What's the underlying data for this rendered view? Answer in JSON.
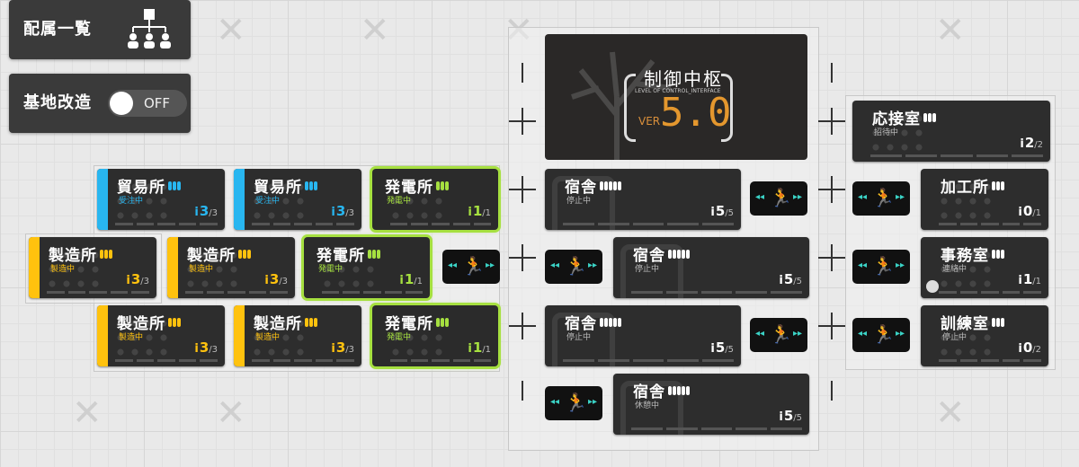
{
  "header": {
    "assign_label": "配属一覧",
    "rebuild_label": "基地改造",
    "rebuild_toggle": "OFF"
  },
  "control": {
    "title": "制御中枢",
    "subtitle": "LEVEL OF CONTROL_INTERFACE",
    "ver_label": "VER",
    "level": "5.0"
  },
  "rooms": [
    {
      "id": "trade1",
      "name": "貿易所",
      "status": "受注中",
      "cur": "3",
      "max": "/3",
      "pips": 3,
      "color": "#28b6f0"
    },
    {
      "id": "trade2",
      "name": "貿易所",
      "status": "受注中",
      "cur": "3",
      "max": "/3",
      "pips": 3,
      "color": "#28b6f0"
    },
    {
      "id": "power1",
      "name": "発電所",
      "status": "発電中",
      "cur": "1",
      "max": "/1",
      "pips": 3,
      "color": "#a6e040"
    },
    {
      "id": "factory1",
      "name": "製造所",
      "status": "製造中",
      "cur": "3",
      "max": "/3",
      "pips": 3,
      "color": "#ffc20e"
    },
    {
      "id": "factory2",
      "name": "製造所",
      "status": "製造中",
      "cur": "3",
      "max": "/3",
      "pips": 3,
      "color": "#ffc20e"
    },
    {
      "id": "power2",
      "name": "発電所",
      "status": "発電中",
      "cur": "1",
      "max": "/1",
      "pips": 3,
      "color": "#a6e040"
    },
    {
      "id": "factory3",
      "name": "製造所",
      "status": "製造中",
      "cur": "3",
      "max": "/3",
      "pips": 3,
      "color": "#ffc20e"
    },
    {
      "id": "factory4",
      "name": "製造所",
      "status": "製造中",
      "cur": "3",
      "max": "/3",
      "pips": 3,
      "color": "#ffc20e"
    },
    {
      "id": "power3",
      "name": "発電所",
      "status": "発電中",
      "cur": "1",
      "max": "/1",
      "pips": 3,
      "color": "#a6e040"
    },
    {
      "id": "dorm1",
      "name": "宿舎",
      "status": "停止中",
      "cur": "5",
      "max": "/5",
      "pips": 5,
      "color": "#ffffff"
    },
    {
      "id": "dorm2",
      "name": "宿舎",
      "status": "停止中",
      "cur": "5",
      "max": "/5",
      "pips": 5,
      "color": "#ffffff"
    },
    {
      "id": "dorm3",
      "name": "宿舎",
      "status": "停止中",
      "cur": "5",
      "max": "/5",
      "pips": 5,
      "color": "#ffffff"
    },
    {
      "id": "dorm4",
      "name": "宿舎",
      "status": "休憩中",
      "cur": "5",
      "max": "/5",
      "pips": 5,
      "color": "#ffffff"
    },
    {
      "id": "reception",
      "name": "応接室",
      "status": "招待中",
      "cur": "2",
      "max": "/2",
      "pips": 3,
      "color": "#ffffff"
    },
    {
      "id": "workshop",
      "name": "加工所",
      "status": "",
      "cur": "0",
      "max": "/1",
      "pips": 3,
      "color": "#ffffff"
    },
    {
      "id": "office",
      "name": "事務室",
      "status": "連絡中",
      "cur": "1",
      "max": "/1",
      "pips": 3,
      "color": "#ffffff"
    },
    {
      "id": "training",
      "name": "訓練室",
      "status": "停止中",
      "cur": "0",
      "max": "/2",
      "pips": 3,
      "color": "#ffffff"
    }
  ],
  "icons": {
    "operator": "operator-icon",
    "corridor": "corridor-icon"
  },
  "colors": {
    "trade": "#28b6f0",
    "factory": "#ffc20e",
    "power": "#a6e040",
    "panel": "#3a3a3a",
    "accent": "#e4972e"
  }
}
